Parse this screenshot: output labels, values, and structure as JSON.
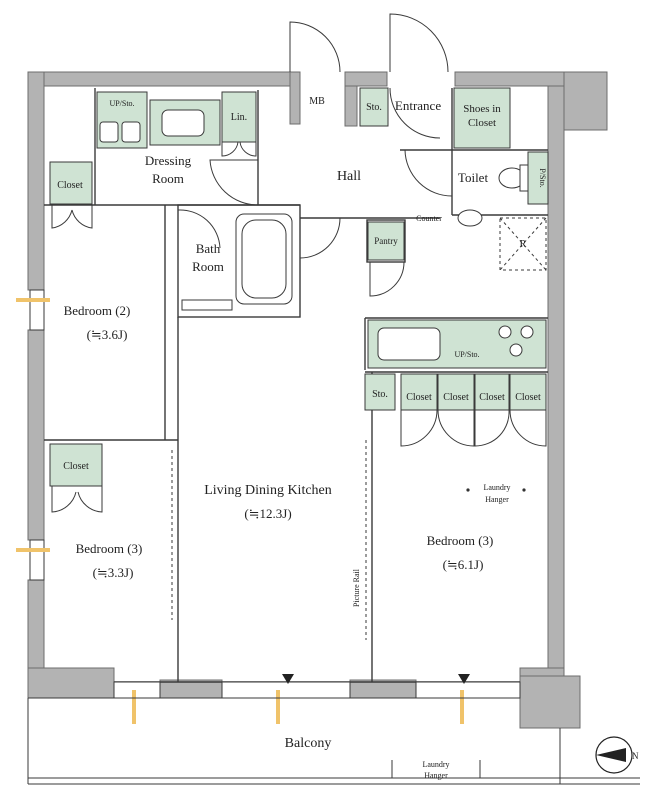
{
  "rooms": {
    "mb": "MB",
    "entrance": "Entrance",
    "shoes_line1": "Shoes in",
    "shoes_line2": "Closet",
    "sto_entrance": "Sto.",
    "up_sto_top": "UP/Sto.",
    "lin": "Lin.",
    "dressing_line1": "Dressing",
    "dressing_line2": "Room",
    "hall": "Hall",
    "toilet": "Toilet",
    "p_sto": "P/Sto.",
    "counter": "Counter",
    "r": "R",
    "pantry": "Pantry",
    "bath_line1": "Bath",
    "bath_line2": "Room",
    "closet_b2": "Closet",
    "bedroom2_name": "Bedroom (2)",
    "bedroom2_size": "(≒3.6J)",
    "closet_b3": "Closet",
    "bedroom3w_name": "Bedroom (3)",
    "bedroom3w_size": "(≒3.3J)",
    "up_sto_kitchen": "UP/Sto.",
    "sto_kitchen": "Sto.",
    "closet_e1": "Closet",
    "closet_e2": "Closet",
    "closet_e3": "Closet",
    "closet_e4": "Closet",
    "ldk_name": "Living Dining Kitchen",
    "ldk_size": "(≒12.3J)",
    "laundry_line1": "Laundry",
    "laundry_line2": "Hanger",
    "bedroom3e_name": "Bedroom (3)",
    "bedroom3e_size": "(≒6.1J)",
    "picture_rail": "Picture Rail",
    "balcony": "Balcony",
    "balcony_laundry_line1": "Laundry",
    "balcony_laundry_line2": "Hanger"
  },
  "compass": {
    "label": "N"
  },
  "colors": {
    "wall": "#b3b3b3",
    "wall_edge": "#6d6d6d",
    "storage": "#cfe3d3",
    "line": "#3a3a3a",
    "window_marker": "#f0c36a"
  }
}
